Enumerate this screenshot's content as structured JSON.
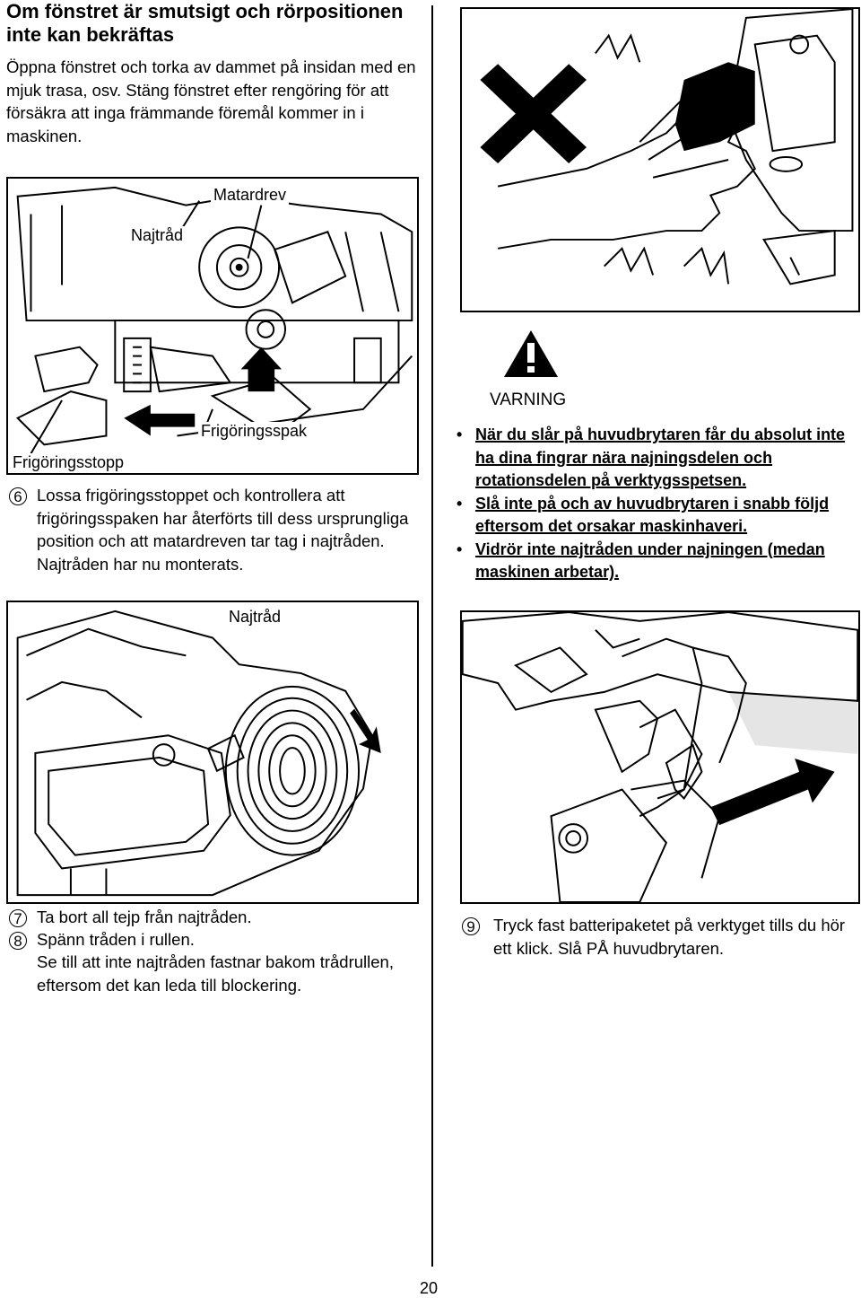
{
  "left": {
    "heading": "Om fönstret är smutsigt och rörpositionen inte kan bekräftas",
    "paragraph": "Öppna fönstret och torka av dammet på insidan med en mjuk trasa, osv. Stäng fönstret efter rengöring för att försäkra att inga främmande föremål kommer in i maskinen.",
    "figure1": {
      "labels": {
        "matardrev": "Matardrev",
        "najtrad": "Najtråd",
        "frigoringsspak": "Frigöringsspak",
        "frigoringsstopp": "Frigöringsstopp"
      }
    },
    "step6": {
      "number": "6",
      "text": "Lossa frigöringsstoppet och kontrollera att frigöringsspaken har återförts till dess ursprungliga position och att matardreven tar tag i najtråden. Najtråden har nu monterats."
    },
    "figure2": {
      "label": "Najtråd"
    },
    "step7": {
      "number": "7",
      "text": "Ta bort all tejp från najtråden."
    },
    "step8": {
      "number": "8",
      "text": "Spänn tråden i rullen.",
      "note": "Se till att inte najtråden fastnar bakom trådrullen, eftersom det kan leda till blockering."
    }
  },
  "right": {
    "warning": {
      "title": "VARNING",
      "items": [
        "När du slår på huvudbrytaren får du absolut inte ha dina fingrar nära najningsdelen och rotationsdelen på verktygsspetsen.",
        "Slå inte på och av huvudbrytaren i snabb följd eftersom det orsakar maskinhaveri.",
        "Vidrör inte najtråden under najningen (medan maskinen arbetar)."
      ]
    },
    "step9": {
      "number": "9",
      "text": "Tryck fast batteripaketet på verktyget tills du hör ett klick. Slå PÅ huvudbrytaren."
    }
  },
  "page_number": "20",
  "icons": [
    "warning-triangle-icon",
    "cross-mark-icon",
    "arrow-icon"
  ]
}
